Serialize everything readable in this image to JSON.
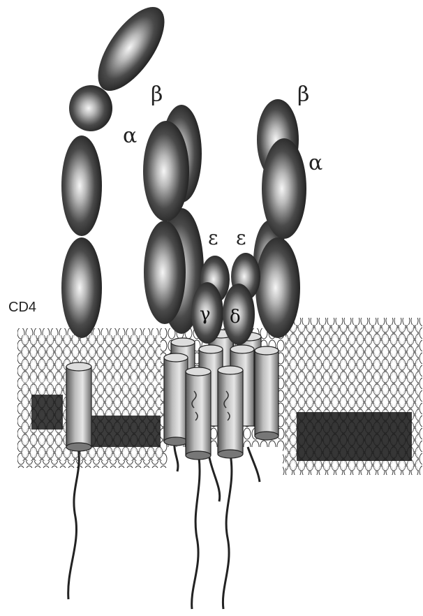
{
  "labels": {
    "cd4": "CD4",
    "beta_left": "β",
    "alpha_left": "α",
    "beta_right": "β",
    "alpha_right": "α",
    "epsilon_left": "ε",
    "epsilon_right": "ε",
    "gamma": "γ",
    "delta": "δ"
  },
  "colors": {
    "domain_dark": "#161616",
    "domain_highlight": "#f4f4f4",
    "cylinder_dark": "#5a5a5a",
    "cylinder_light": "#e2e2e2",
    "lipid_head": "#ffffff",
    "lipid_stroke": "#333333",
    "text": "#222222"
  }
}
